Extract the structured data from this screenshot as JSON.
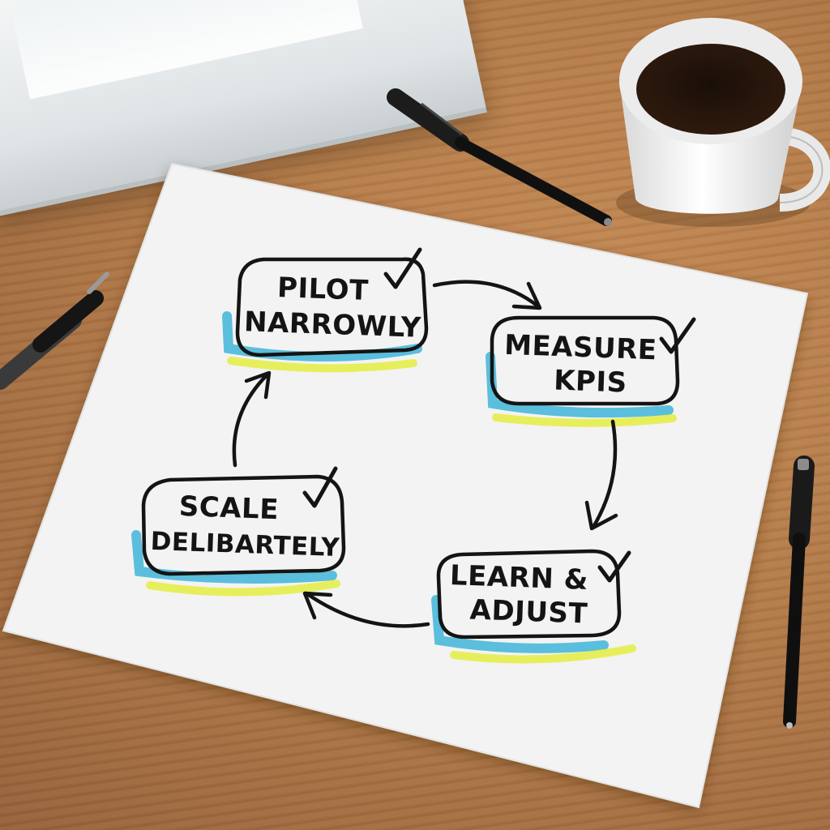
{
  "steps": {
    "pilot": {
      "line1": "PILOT",
      "line2": "NARROWLY"
    },
    "measure": {
      "line1": "MEASURE",
      "line2": "KPIS"
    },
    "learn": {
      "line1": "LEARN &",
      "line2": "ADJUST"
    },
    "scale": {
      "line1": "SCALE",
      "line2": "DELIBARTELY"
    }
  },
  "colors": {
    "ink": "#141414",
    "highlight_blue": "#3fb4d8",
    "highlight_yellow": "#e4ee4a",
    "paper": "#f2f2f2",
    "desk": "#b07a4a"
  },
  "icons": [
    "check-icon",
    "arrow-icon",
    "coffee-mug-icon",
    "pen-icon"
  ]
}
